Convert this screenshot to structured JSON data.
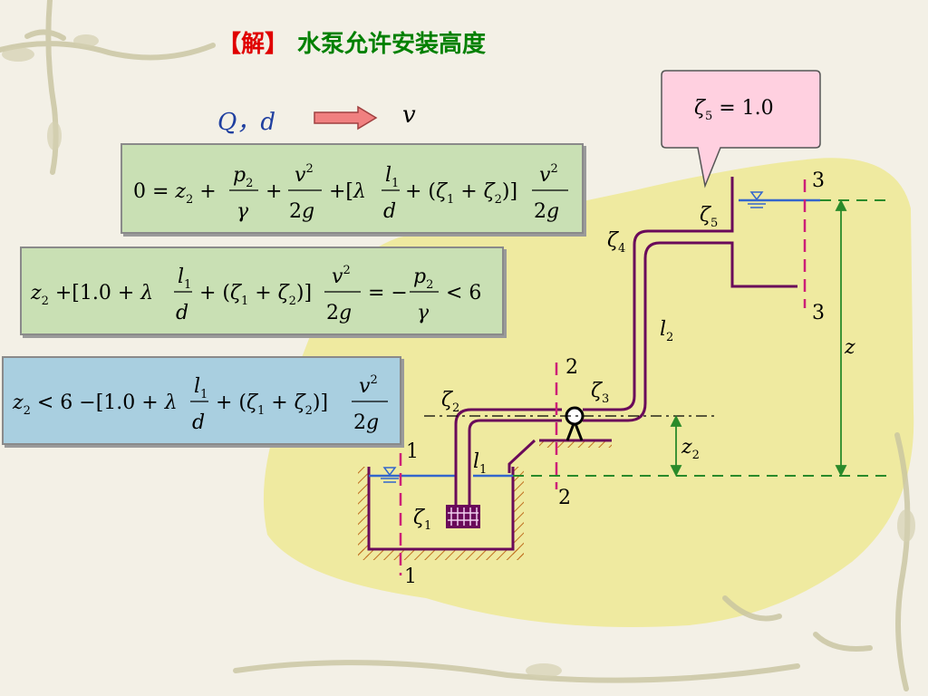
{
  "title": {
    "bracket": "【解】",
    "main": "水泵允许安装高度"
  },
  "given": {
    "qd": "Q，d",
    "result": "v"
  },
  "zeta5_callout": "ζ5 = 1.0",
  "equations": {
    "eq1": "0 = z2 + p2/γ + v²/2g + [λ l1/d + (ζ1 + ζ2)] v²/2g",
    "eq2": "z2 + [1.0 + λ l1/d + (ζ1 + ζ2)] v²/2g = − p2/γ < 6",
    "eq3": "z2 < 6 − [1.0 + λ l1/d + (ζ1 + ζ2)] v²/2g"
  },
  "labels": {
    "sec1": "1",
    "sec2": "2",
    "sec3": "3",
    "zeta": "ζ",
    "l": "l",
    "z": "z",
    "sub1": "1",
    "sub2": "2",
    "sub3": "3",
    "sub4": "4",
    "sub5": "5"
  },
  "colors": {
    "pipe": "#6a0a5a",
    "dash_magenta": "#cc1f77",
    "water_blue": "#3366cc",
    "dim_green": "#2a8a2a",
    "callout": "#ffd0e0",
    "arrow": "#f08080",
    "yellow_bg": "#efeaa0"
  }
}
